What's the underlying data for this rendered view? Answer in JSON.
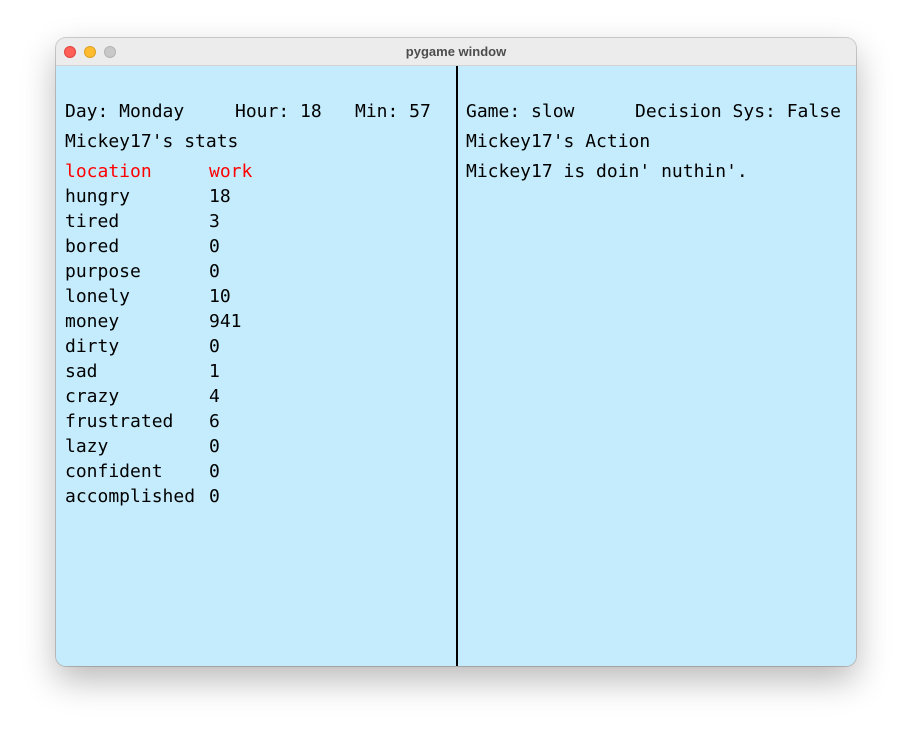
{
  "window": {
    "title": "pygame window"
  },
  "left_panel": {
    "day": "Day: Monday",
    "hour": "Hour: 18",
    "min": "Min: 57",
    "stats_heading": "Mickey17's stats",
    "location_label": "location",
    "location_value": "work",
    "stats": [
      {
        "name": "hungry",
        "value": "18"
      },
      {
        "name": "tired",
        "value": "3"
      },
      {
        "name": "bored",
        "value": "0"
      },
      {
        "name": "purpose",
        "value": "0"
      },
      {
        "name": "lonely",
        "value": "10"
      },
      {
        "name": "money",
        "value": "941"
      },
      {
        "name": "dirty",
        "value": "0"
      },
      {
        "name": "sad",
        "value": "1"
      },
      {
        "name": "crazy",
        "value": "4"
      },
      {
        "name": "frustrated",
        "value": "6"
      },
      {
        "name": "lazy",
        "value": "0"
      },
      {
        "name": "confident",
        "value": "0"
      },
      {
        "name": "accomplished",
        "value": "0"
      }
    ]
  },
  "right_panel": {
    "game_speed": "Game: slow",
    "decision_sys": "Decision Sys: False",
    "action_heading": "Mickey17's Action",
    "action_text": "Mickey17 is doin' nuthin'."
  },
  "colors": {
    "background": "#c5ecfd",
    "highlight": "#ff0000",
    "text": "#000000",
    "divider": "#000000"
  }
}
